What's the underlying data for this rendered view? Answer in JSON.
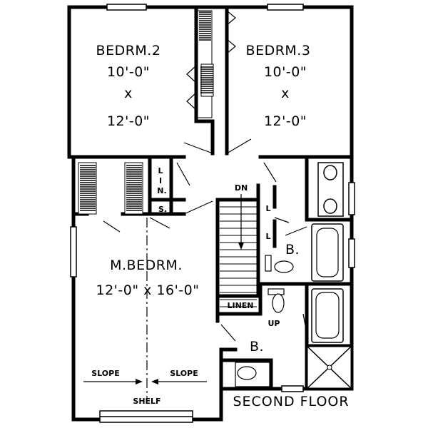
{
  "rooms": {
    "bedroom2": {
      "name": "BEDRM.2",
      "width": "10'-0\"",
      "by": "x",
      "length": "12'-0\""
    },
    "bedroom3": {
      "name": "BEDRM.3",
      "width": "10'-0\"",
      "by": "x",
      "length": "12'-0\""
    },
    "master": {
      "name": "M.BEDRM.",
      "size": "12'-0\" x 16'-0\""
    },
    "bath_upper": {
      "name": "B."
    },
    "bath_lower": {
      "name": "B."
    }
  },
  "closets": {
    "linen_small": [
      "L",
      "I",
      "N."
    ],
    "storage": "S.",
    "linen": "LINEN",
    "l_top": "L",
    "l_bottom": "L"
  },
  "stairs": {
    "down": "DN",
    "up": "UP"
  },
  "notes": {
    "slope_left": "SLOPE",
    "slope_right": "SLOPE",
    "shelf": "SHELF"
  },
  "title": "SECOND FLOOR"
}
